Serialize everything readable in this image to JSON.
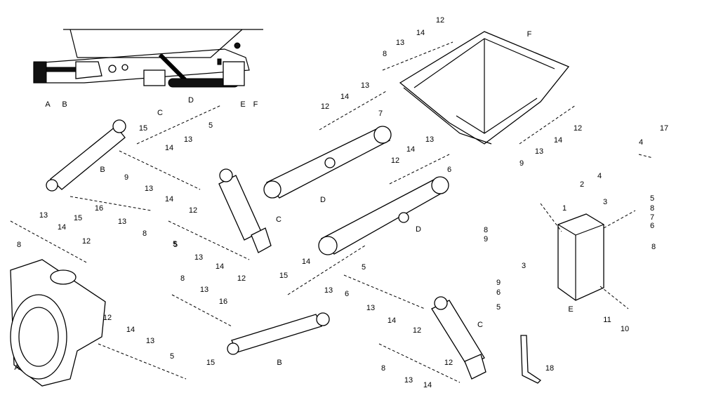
{
  "callouts": [
    {
      "id": "c-A-top",
      "text": "A"
    },
    {
      "id": "c-B-top",
      "text": "B"
    },
    {
      "id": "c-C-top",
      "text": "C"
    },
    {
      "id": "c-D-top",
      "text": "D"
    },
    {
      "id": "c-E-top",
      "text": "E"
    },
    {
      "id": "c-F-top",
      "text": "F"
    },
    {
      "id": "c-12-a",
      "text": "12"
    },
    {
      "id": "c-13-a",
      "text": "13"
    },
    {
      "id": "c-14-a",
      "text": "14"
    },
    {
      "id": "c-8-a",
      "text": "8"
    },
    {
      "id": "c-F-hopper",
      "text": "F"
    },
    {
      "id": "c-12-b",
      "text": "12"
    },
    {
      "id": "c-14-b",
      "text": "14"
    },
    {
      "id": "c-13-b",
      "text": "13"
    },
    {
      "id": "c-7-a",
      "text": "7"
    },
    {
      "id": "c-15-a",
      "text": "15"
    },
    {
      "id": "c-14-c",
      "text": "14"
    },
    {
      "id": "c-13-c",
      "text": "13"
    },
    {
      "id": "c-5-a",
      "text": "5"
    },
    {
      "id": "c-B-cyl1",
      "text": "B"
    },
    {
      "id": "c-9-a",
      "text": "9"
    },
    {
      "id": "c-13-d",
      "text": "13"
    },
    {
      "id": "c-14-d",
      "text": "14"
    },
    {
      "id": "c-12-c",
      "text": "12"
    },
    {
      "id": "c-15-b",
      "text": "15"
    },
    {
      "id": "c-16-a",
      "text": "16"
    },
    {
      "id": "c-13-e",
      "text": "13"
    },
    {
      "id": "c-8-b",
      "text": "8"
    },
    {
      "id": "c-C-cyl1",
      "text": "C"
    },
    {
      "id": "c-D-arm1",
      "text": "D"
    },
    {
      "id": "c-12-d",
      "text": "12"
    },
    {
      "id": "c-14-e",
      "text": "14"
    },
    {
      "id": "c-13-f",
      "text": "13"
    },
    {
      "id": "c-6-a",
      "text": "6"
    },
    {
      "id": "c-D-arm2",
      "text": "D"
    },
    {
      "id": "c-12-e",
      "text": "12"
    },
    {
      "id": "c-13-g",
      "text": "13"
    },
    {
      "id": "c-14-f",
      "text": "14"
    },
    {
      "id": "c-9-b",
      "text": "9"
    },
    {
      "id": "c-17",
      "text": "17"
    },
    {
      "id": "c-4-a",
      "text": "4"
    },
    {
      "id": "c-4-b",
      "text": "4"
    },
    {
      "id": "c-2",
      "text": "2"
    },
    {
      "id": "c-1",
      "text": "1"
    },
    {
      "id": "c-3-a",
      "text": "3"
    },
    {
      "id": "c-5-b",
      "text": "5"
    },
    {
      "id": "c-8-c",
      "text": "8"
    },
    {
      "id": "c-7-b",
      "text": "7"
    },
    {
      "id": "c-6-b",
      "text": "6"
    },
    {
      "id": "c-8-d",
      "text": "8"
    },
    {
      "id": "c-8-e",
      "text": "8"
    },
    {
      "id": "c-9-c",
      "text": "9"
    },
    {
      "id": "c-3-b",
      "text": "3"
    },
    {
      "id": "c-9-d",
      "text": "9"
    },
    {
      "id": "c-6-c",
      "text": "6"
    },
    {
      "id": "c-5-c",
      "text": "5"
    },
    {
      "id": "c-E-block",
      "text": "E"
    },
    {
      "id": "c-11",
      "text": "11"
    },
    {
      "id": "c-10",
      "text": "10"
    },
    {
      "id": "c-18",
      "text": "18"
    },
    {
      "id": "c-8-f",
      "text": "8"
    },
    {
      "id": "c-13-h",
      "text": "13"
    },
    {
      "id": "c-14-g",
      "text": "14"
    },
    {
      "id": "c-12-f",
      "text": "12"
    },
    {
      "id": "c-5-d",
      "text": "5"
    },
    {
      "id": "c-5-e",
      "text": "5"
    },
    {
      "id": "c-14-h",
      "text": "14"
    },
    {
      "id": "c-13-i",
      "text": "13"
    },
    {
      "id": "c-15-c",
      "text": "15"
    },
    {
      "id": "c-12-g",
      "text": "12"
    },
    {
      "id": "c-5-f",
      "text": "5"
    },
    {
      "id": "c-14-i",
      "text": "14"
    },
    {
      "id": "c-13-j",
      "text": "13"
    },
    {
      "id": "c-6-d",
      "text": "6"
    },
    {
      "id": "c-13-k",
      "text": "13"
    },
    {
      "id": "c-14-j",
      "text": "14"
    },
    {
      "id": "c-12-h",
      "text": "12"
    },
    {
      "id": "c-C-cyl2",
      "text": "C"
    },
    {
      "id": "c-8-g",
      "text": "8"
    },
    {
      "id": "c-13-l",
      "text": "13"
    },
    {
      "id": "c-14-k",
      "text": "14"
    },
    {
      "id": "c-12-i",
      "text": "12"
    },
    {
      "id": "c-8-h",
      "text": "8"
    },
    {
      "id": "c-13-m",
      "text": "13"
    },
    {
      "id": "c-16-b",
      "text": "16"
    },
    {
      "id": "c-15-d",
      "text": "15"
    },
    {
      "id": "c-B-cyl2",
      "text": "B"
    },
    {
      "id": "c-A-housing",
      "text": "A"
    },
    {
      "id": "c-12-j",
      "text": "12"
    },
    {
      "id": "c-14-l",
      "text": "14"
    },
    {
      "id": "c-13-n",
      "text": "13"
    },
    {
      "id": "c-5-g",
      "text": "5"
    }
  ]
}
